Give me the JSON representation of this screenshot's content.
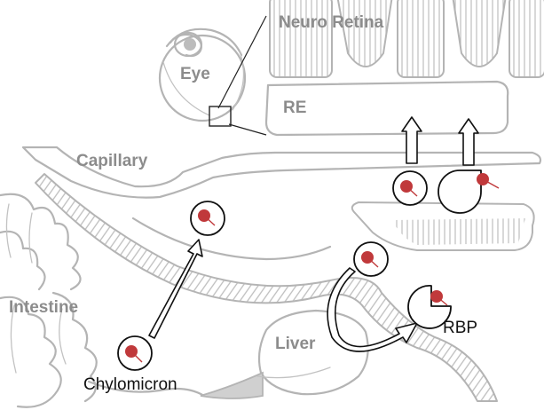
{
  "labels": {
    "neuro_retina": "Neuro Retina",
    "eye": "Eye",
    "re": "RE",
    "capillary": "Capillary",
    "intestine": "Intestine",
    "liver": "Liver",
    "rbp": "RBP",
    "chylomicron": "Chylomicron"
  },
  "colors": {
    "sketch_gray": "#b4b4b4",
    "label_gray": "#8c8c8c",
    "retinoid_red": "#c0393b",
    "ink": "#111111"
  }
}
